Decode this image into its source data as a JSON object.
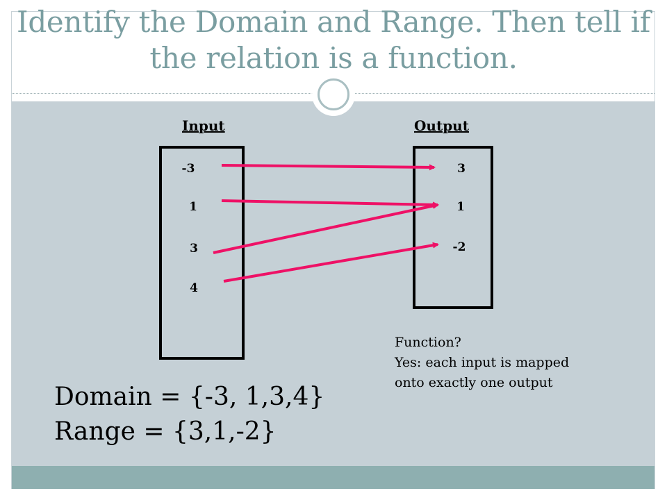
{
  "slide": {
    "title": "Identify the Domain and Range. Then tell if the relation is a function."
  },
  "mapping": {
    "input_header": "Input",
    "output_header": "Output",
    "inputs": [
      "-3",
      "1",
      "3",
      "4"
    ],
    "outputs": [
      "3",
      "1",
      "-2"
    ],
    "arrows": [
      {
        "from": "-3",
        "to": "3"
      },
      {
        "from": "1",
        "to": "1"
      },
      {
        "from": "3",
        "to": "1"
      },
      {
        "from": "4",
        "to": "-2"
      }
    ],
    "arrow_color": "#ee1166"
  },
  "answer": {
    "question": "Function?",
    "line1": "Yes: each input is mapped",
    "line2": "onto exactly one output"
  },
  "sets": {
    "domain": "Domain = {-3, 1,3,4}",
    "range": "Range = {3,1,-2}"
  },
  "colors": {
    "title": "#7a9ea1",
    "content_background": "#c5d0d6",
    "footer_band": "#8eafb0"
  }
}
